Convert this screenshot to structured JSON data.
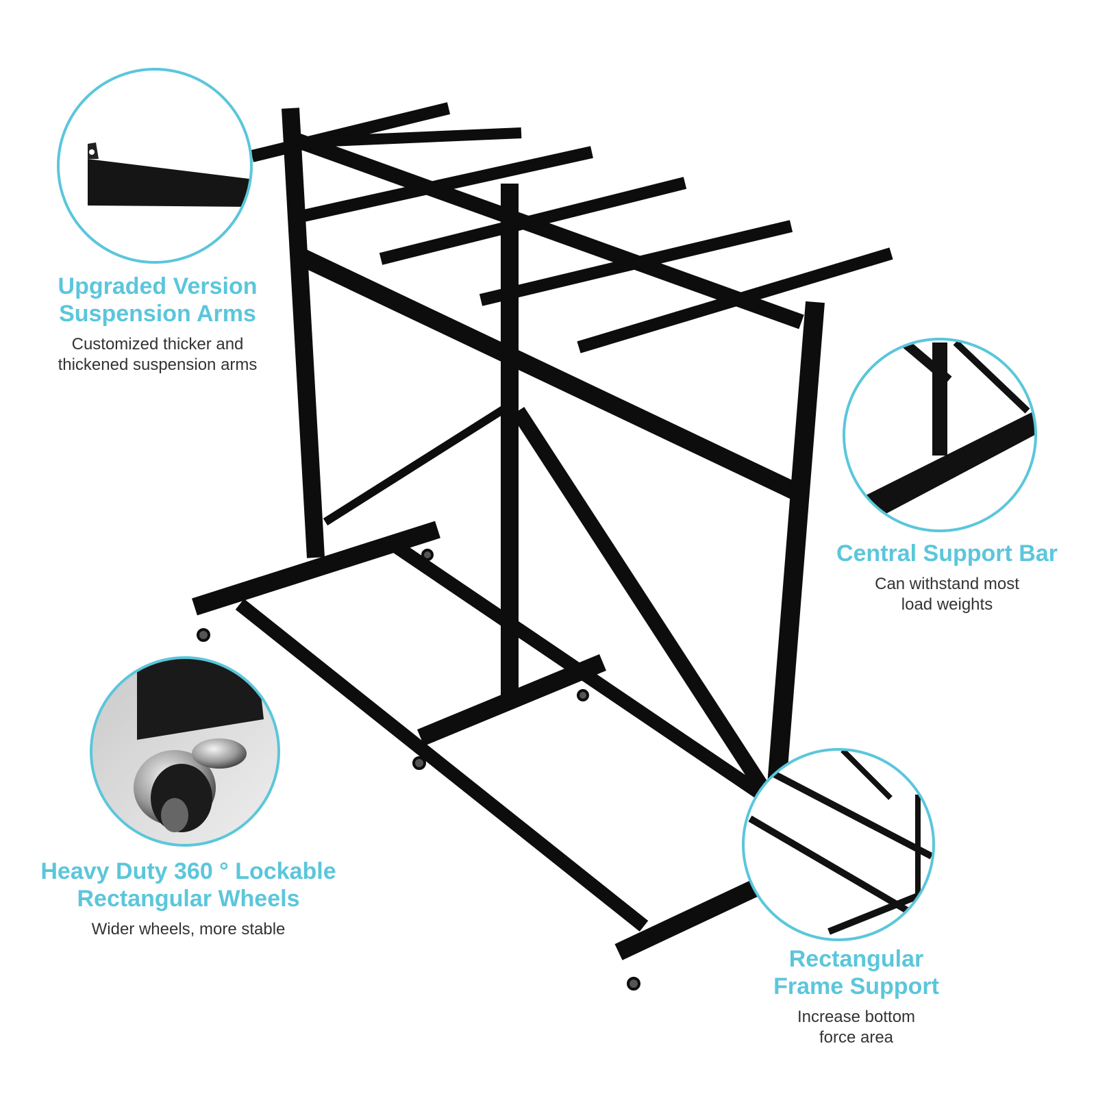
{
  "colors": {
    "accent": "#5bc6db",
    "frame": "#0d0d0d",
    "text": "#333333"
  },
  "callouts": {
    "arms": {
      "title_line1": "Upgraded Version",
      "title_line2": "Suspension Arms",
      "desc_line1": "Customized thicker and",
      "desc_line2": "thickened suspension arms"
    },
    "bar": {
      "title_line1": "Central Support Bar",
      "desc_line1": "Can withstand most",
      "desc_line2": "load weights"
    },
    "wheels": {
      "title_line1": "Heavy Duty 360 ° Lockable",
      "title_line2": "Rectangular Wheels",
      "desc_line1": "Wider wheels, more stable"
    },
    "frame": {
      "title_line1": "Rectangular",
      "title_line2": "Frame Support",
      "desc_line1": "Increase bottom",
      "desc_line2": "force area"
    }
  }
}
